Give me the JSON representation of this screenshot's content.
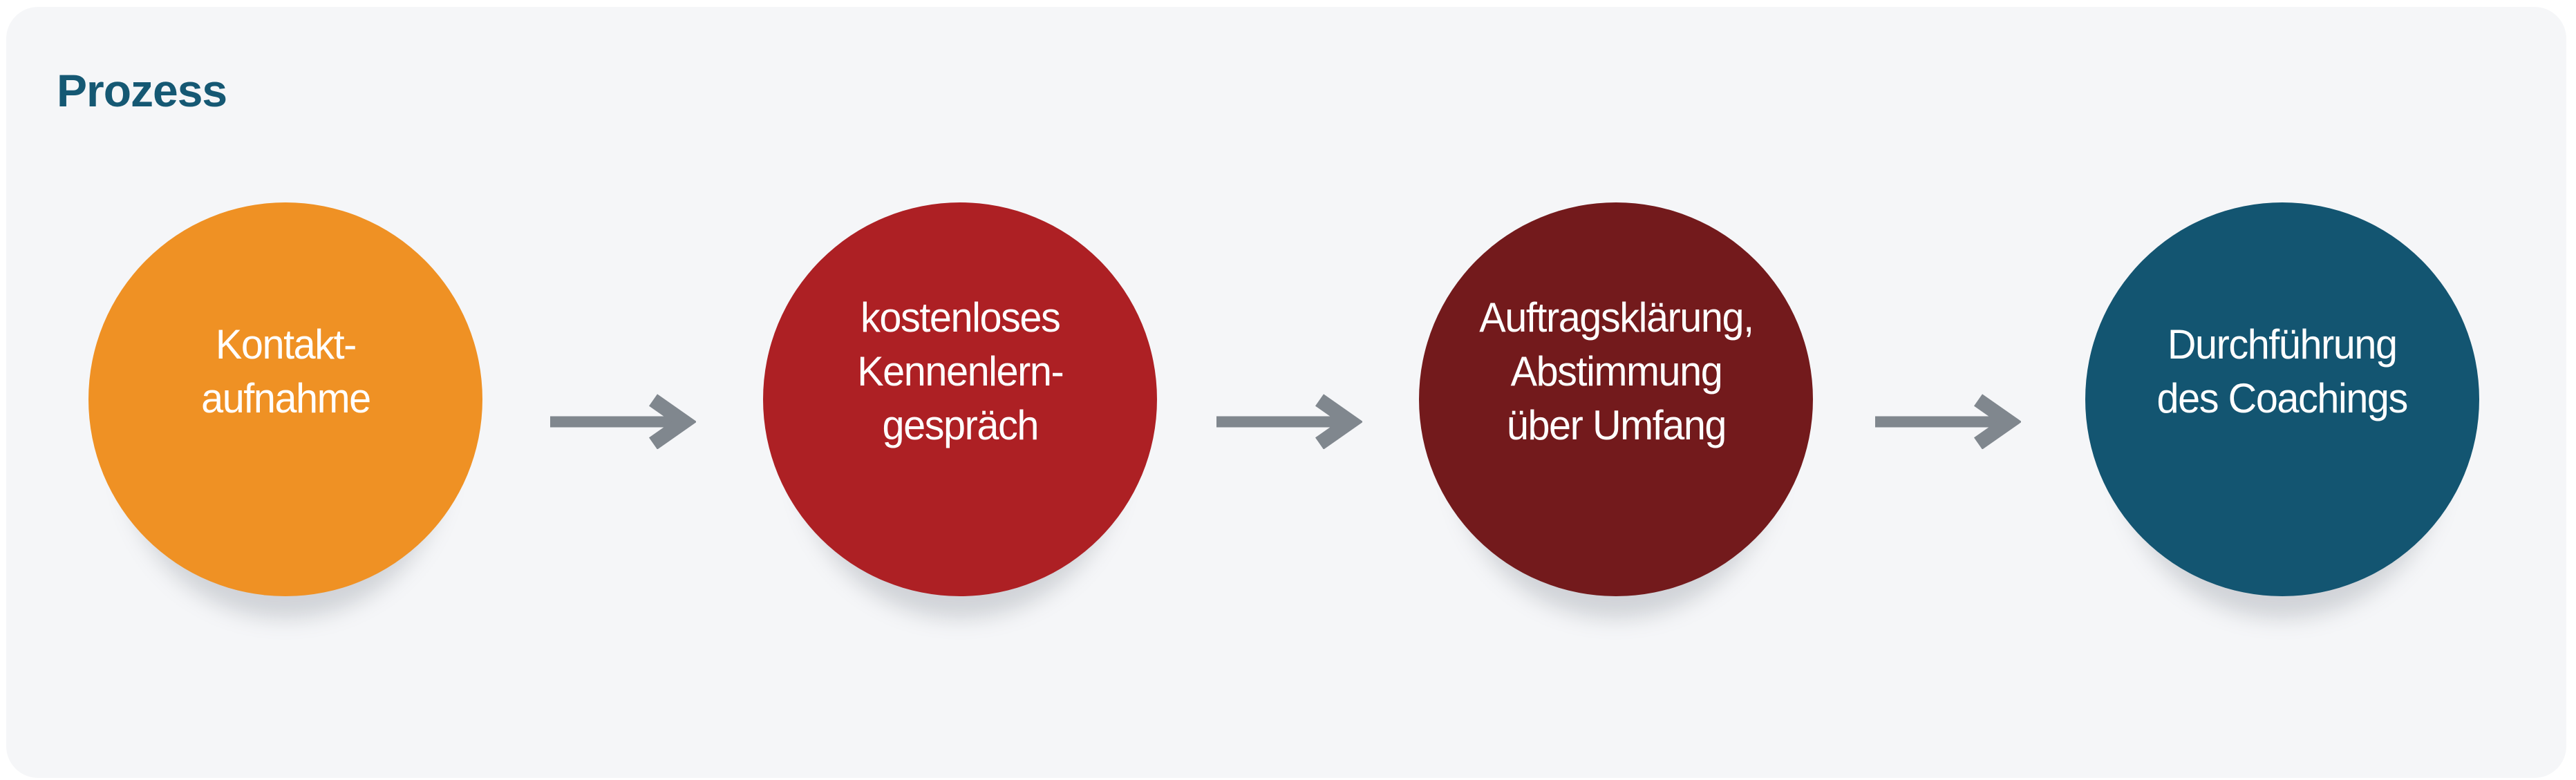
{
  "page": {
    "title": "Prozess"
  },
  "colors": {
    "page_background": "#ffffff",
    "card_background": "#f5f6f8",
    "title_text": "#155873",
    "circle_text": "#ffffff",
    "arrow": "#80878e",
    "step_orange": "#ef9124",
    "step_red": "#ad2024",
    "step_maroon": "#731a1c",
    "step_teal": "#135571"
  },
  "icons": {
    "arrow": "arrow-right-icon"
  },
  "process": {
    "steps": [
      {
        "color": "#ef9124",
        "lines": [
          "Kontakt-",
          "aufnahme"
        ]
      },
      {
        "color": "#ad2024",
        "lines": [
          "kostenloses",
          "Kennenlern-",
          "gespräch"
        ]
      },
      {
        "color": "#731a1c",
        "lines": [
          "Auftragsklärung,",
          "Abstimmung",
          "über Umfang"
        ]
      },
      {
        "color": "#135571",
        "lines": [
          "Durchführung",
          "des Coachings"
        ]
      }
    ]
  }
}
